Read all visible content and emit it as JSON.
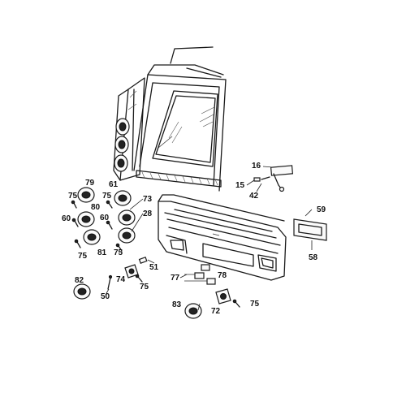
{
  "callouts": [
    {
      "id": "c16",
      "label": "16"
    },
    {
      "id": "c15",
      "label": "15"
    },
    {
      "id": "c42",
      "label": "42"
    },
    {
      "id": "c59",
      "label": "59"
    },
    {
      "id": "c58",
      "label": "58"
    },
    {
      "id": "c79",
      "label": "79"
    },
    {
      "id": "c61",
      "label": "61"
    },
    {
      "id": "c75a",
      "label": "75"
    },
    {
      "id": "c75b",
      "label": "75"
    },
    {
      "id": "c73",
      "label": "73"
    },
    {
      "id": "c60a",
      "label": "60"
    },
    {
      "id": "c80",
      "label": "80"
    },
    {
      "id": "c60b",
      "label": "60"
    },
    {
      "id": "c28",
      "label": "28"
    },
    {
      "id": "c75c",
      "label": "75"
    },
    {
      "id": "c81",
      "label": "81"
    },
    {
      "id": "c75d",
      "label": "75"
    },
    {
      "id": "c51",
      "label": "51"
    },
    {
      "id": "c82",
      "label": "82"
    },
    {
      "id": "c74",
      "label": "74"
    },
    {
      "id": "c75e",
      "label": "75"
    },
    {
      "id": "c50",
      "label": "50"
    },
    {
      "id": "c77",
      "label": "77"
    },
    {
      "id": "c78",
      "label": "78"
    },
    {
      "id": "c83",
      "label": "83"
    },
    {
      "id": "c72",
      "label": "72"
    },
    {
      "id": "c75f",
      "label": "75"
    }
  ]
}
